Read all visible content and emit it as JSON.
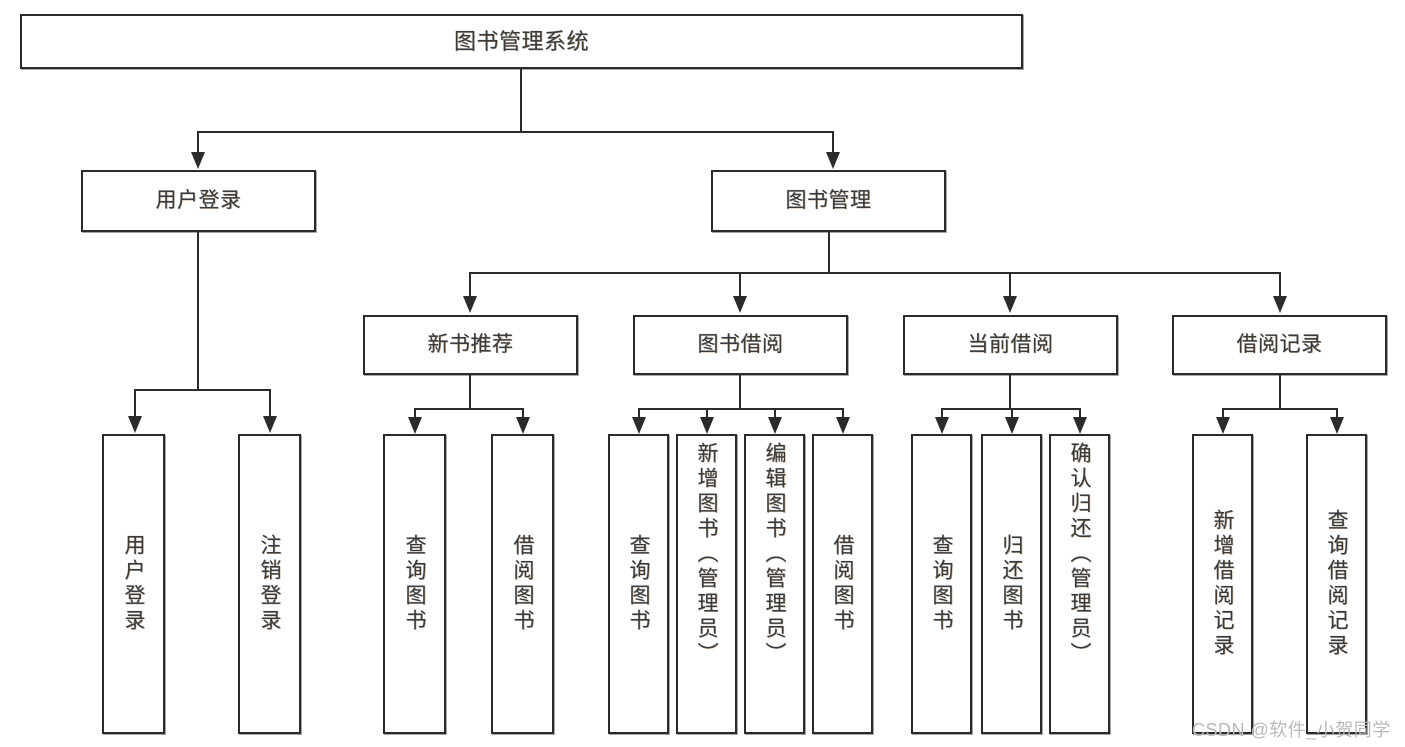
{
  "diagram": {
    "type": "tree-hierarchy-chart",
    "title": "图书管理系统",
    "watermark": "CSDN @软件_小贺同学",
    "colors": {
      "box_border": "#2b2b2b",
      "box_fill": "#ffffff",
      "text": "#3a3a3a",
      "connector": "#2b2b2b",
      "watermark": "#b9b9b9",
      "background": "#ffffff"
    }
  },
  "nodes": {
    "root": {
      "label": "图书管理系统"
    },
    "level2": [
      {
        "label": "用户登录"
      },
      {
        "label": "图书管理"
      }
    ],
    "level3": [
      {
        "label": "新书推荐"
      },
      {
        "label": "图书借阅"
      },
      {
        "label": "当前借阅"
      },
      {
        "label": "借阅记录"
      }
    ],
    "leaves": {
      "user_login": [
        {
          "label": "用户登录"
        },
        {
          "label": "注销登录"
        }
      ],
      "new_book_recommend": [
        {
          "label": "查询图书"
        },
        {
          "label": "借阅图书"
        }
      ],
      "book_borrow": [
        {
          "label": "查询图书"
        },
        {
          "label": "新增图书（管理员）"
        },
        {
          "label": "编辑图书（管理员）"
        },
        {
          "label": "借阅图书"
        }
      ],
      "current_borrow": [
        {
          "label": "查询图书"
        },
        {
          "label": "归还图书"
        },
        {
          "label": "确认归还（管理员）"
        }
      ],
      "borrow_record": [
        {
          "label": "新增借阅记录"
        },
        {
          "label": "查询借阅记录"
        }
      ]
    }
  }
}
